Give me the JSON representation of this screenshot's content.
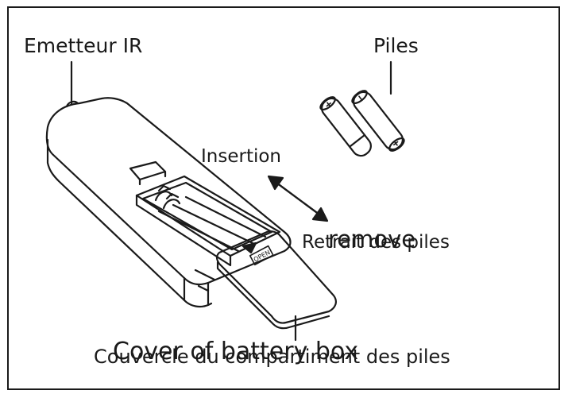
{
  "labels": {
    "ir_emitter": "Emetteur IR",
    "batteries": "Piles",
    "insertion": "Insertion",
    "removal_fr": "Retrait des piles",
    "removal_en": "remove",
    "cover_fr": "Couvercle du compartiment des piles",
    "cover_en": "Cover of battery box",
    "open_tab": "OPEN"
  },
  "colors": {
    "ink": "#1a1a1a",
    "background": "#ffffff"
  }
}
